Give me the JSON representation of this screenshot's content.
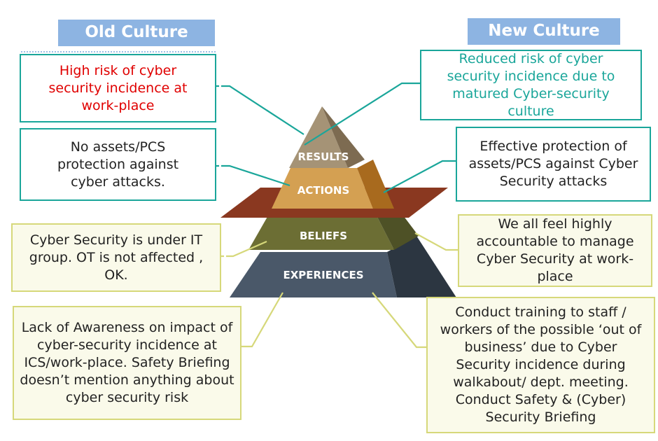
{
  "headers": {
    "old": "Old Culture",
    "new": "New Culture"
  },
  "pyramid": {
    "results": "RESULTS",
    "actions": "ACTIONS",
    "beliefs": "BELIEFS",
    "experiences": "EXPERIENCES"
  },
  "old_culture": {
    "results": "High risk of cyber security incidence at work-place",
    "actions": "No assets/PCS protection against cyber attacks.",
    "beliefs": "Cyber Security is under IT group. OT is not affected , OK.",
    "experiences": "Lack of Awareness on impact of cyber-security incidence at ICS/work-place. Safety Briefing doesn’t mention anything about cyber security risk"
  },
  "new_culture": {
    "results": "Reduced risk of cyber security incidence due to matured Cyber-security culture",
    "actions": "Effective protection of assets/PCS against Cyber Security attacks",
    "beliefs": "We all feel highly accountable to manage Cyber Security at work-place",
    "experiences": "Conduct training to staff / workers of the possible ‘out of business’ due to Cyber Security incidence during walkabout/ dept. meeting. Conduct Safety & (Cyber) Security Briefing"
  },
  "colors": {
    "header_bg": "#8db4e2",
    "teal": "#1aa69a",
    "olive_border": "#d6d87a",
    "olive_fill": "#fafaea",
    "red_text": "#e00000"
  }
}
